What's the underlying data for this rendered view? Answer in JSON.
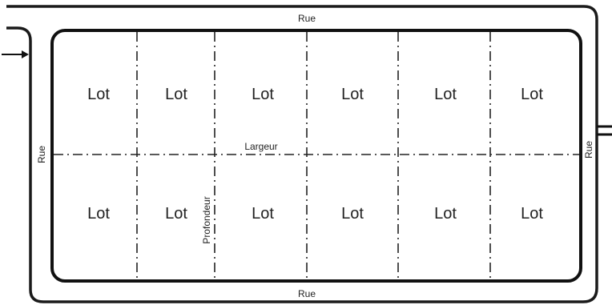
{
  "streets": {
    "top": "Rue",
    "bottom": "Rue",
    "left": "Rue",
    "right": "Rue"
  },
  "dimensions": {
    "width_label": "Largeur",
    "depth_label": "Profondeur"
  },
  "lots": {
    "top_row": [
      "Lot",
      "Lot",
      "Lot",
      "Lot",
      "Lot",
      "Lot"
    ],
    "bottom_row": [
      "Lot",
      "Lot",
      "Lot",
      "Lot",
      "Lot",
      "Lot"
    ]
  },
  "colors": {
    "line": "#1a1a1a",
    "background": "#ffffff"
  }
}
